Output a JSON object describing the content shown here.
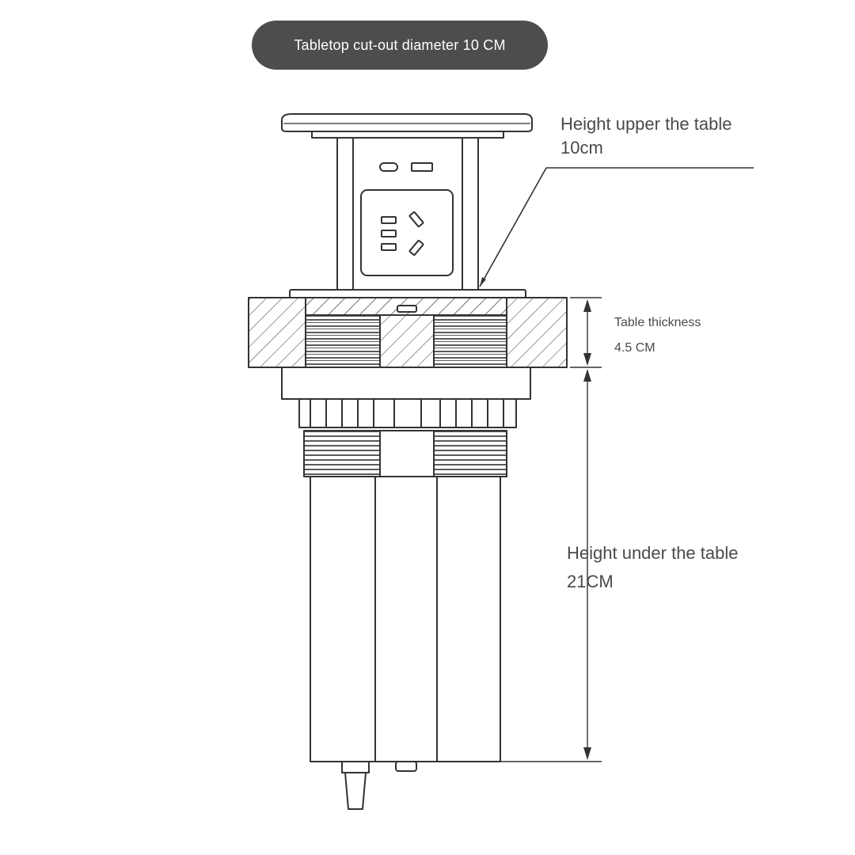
{
  "header": {
    "cutout_label": "Tabletop cut-out diameter 10 CM"
  },
  "dimensions": {
    "upper": {
      "label": "Height upper the table",
      "value": "10cm"
    },
    "thickness": {
      "label": "Table thickness",
      "value": "4.5 CM"
    },
    "under": {
      "label": "Height under the table",
      "value": "21CM"
    }
  },
  "colors": {
    "line": "#333333",
    "pill_bg": "#4d4d4d",
    "text": "#4a4a4a"
  },
  "icons": [
    "usb-c-port-icon",
    "usb-a-port-icon",
    "power-outlet-icon"
  ]
}
